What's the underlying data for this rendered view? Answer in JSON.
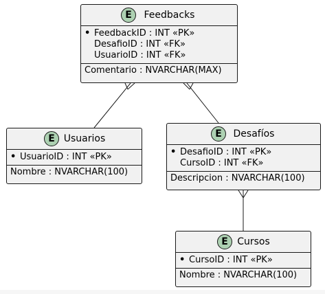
{
  "entities": {
    "feedbacks": {
      "name": "Feedbacks",
      "badge": "E",
      "keys": [
        "FeedbackID : INT «PK»",
        "DesafioID : INT «FK»",
        "UsuarioID : INT «FK»"
      ],
      "columns": [
        "Comentario : NVARCHAR(MAX)"
      ]
    },
    "usuarios": {
      "name": "Usuarios",
      "badge": "E",
      "keys": [
        "UsuarioID : INT «PK»"
      ],
      "columns": [
        "Nombre : NVARCHAR(100)"
      ]
    },
    "desafios": {
      "name": "Desafíos",
      "badge": "E",
      "keys": [
        "DesafioID : INT «PK»",
        "CursoID : INT «FK»"
      ],
      "columns": [
        "Descripcion : NVARCHAR(100)"
      ]
    },
    "cursos": {
      "name": "Cursos",
      "badge": "E",
      "keys": [
        "CursoID : INT «PK»"
      ],
      "columns": [
        "Nombre : NVARCHAR(100)"
      ]
    }
  },
  "colors": {
    "entity_fill": "#f1f1f1",
    "border": "#181818",
    "badge_fill": "#ADD1B2",
    "line": "#181818"
  }
}
